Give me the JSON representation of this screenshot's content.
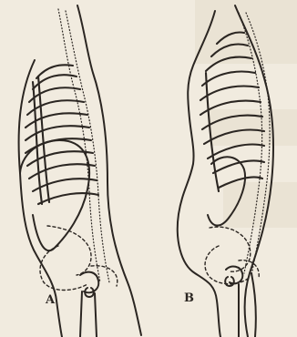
{
  "figure": {
    "panels": [
      {
        "id": "a",
        "label": "A"
      },
      {
        "id": "b",
        "label": "B"
      }
    ]
  }
}
